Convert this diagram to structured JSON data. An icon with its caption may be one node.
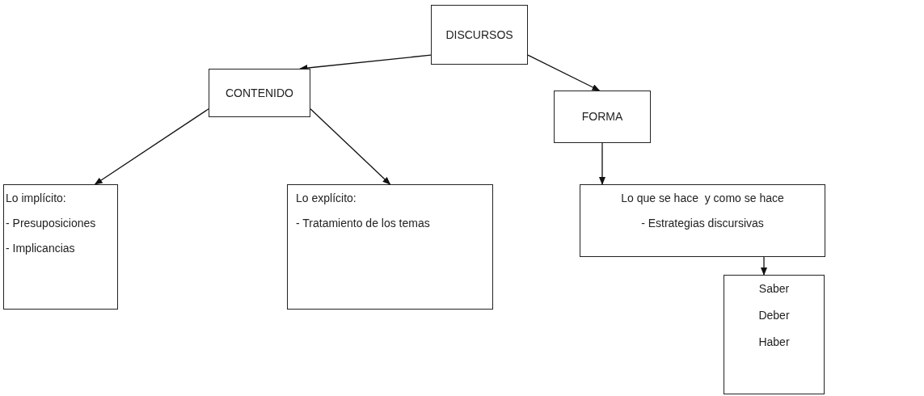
{
  "diagram": {
    "nodes": [
      {
        "text": [
          "DISCURSOS"
        ]
      },
      {
        "text": [
          "CONTENIDO"
        ]
      },
      {
        "text": [
          "FORMA"
        ]
      },
      {
        "text": [
          "Lo implícito:",
          "- Presuposiciones",
          "- Implicancias"
        ]
      },
      {
        "text": [
          "Lo explícito:",
          "- Tratamiento de los temas"
        ]
      },
      {
        "text": [
          "Lo que se hace  y como se hace",
          "- Estrategias discursivas"
        ]
      },
      {
        "text": [
          "Saber",
          "Deber",
          "Haber"
        ]
      }
    ],
    "edges": [
      {
        "from": 0,
        "to": 1,
        "arrow": "to"
      },
      {
        "from": 0,
        "to": 2,
        "arrow": "to"
      },
      {
        "from": 1,
        "to": 3,
        "arrow": "to"
      },
      {
        "from": 1,
        "to": 4,
        "arrow": "to"
      },
      {
        "from": 2,
        "to": 5,
        "arrow": "to"
      },
      {
        "from": 5,
        "to": 6,
        "arrow": "to"
      }
    ]
  }
}
